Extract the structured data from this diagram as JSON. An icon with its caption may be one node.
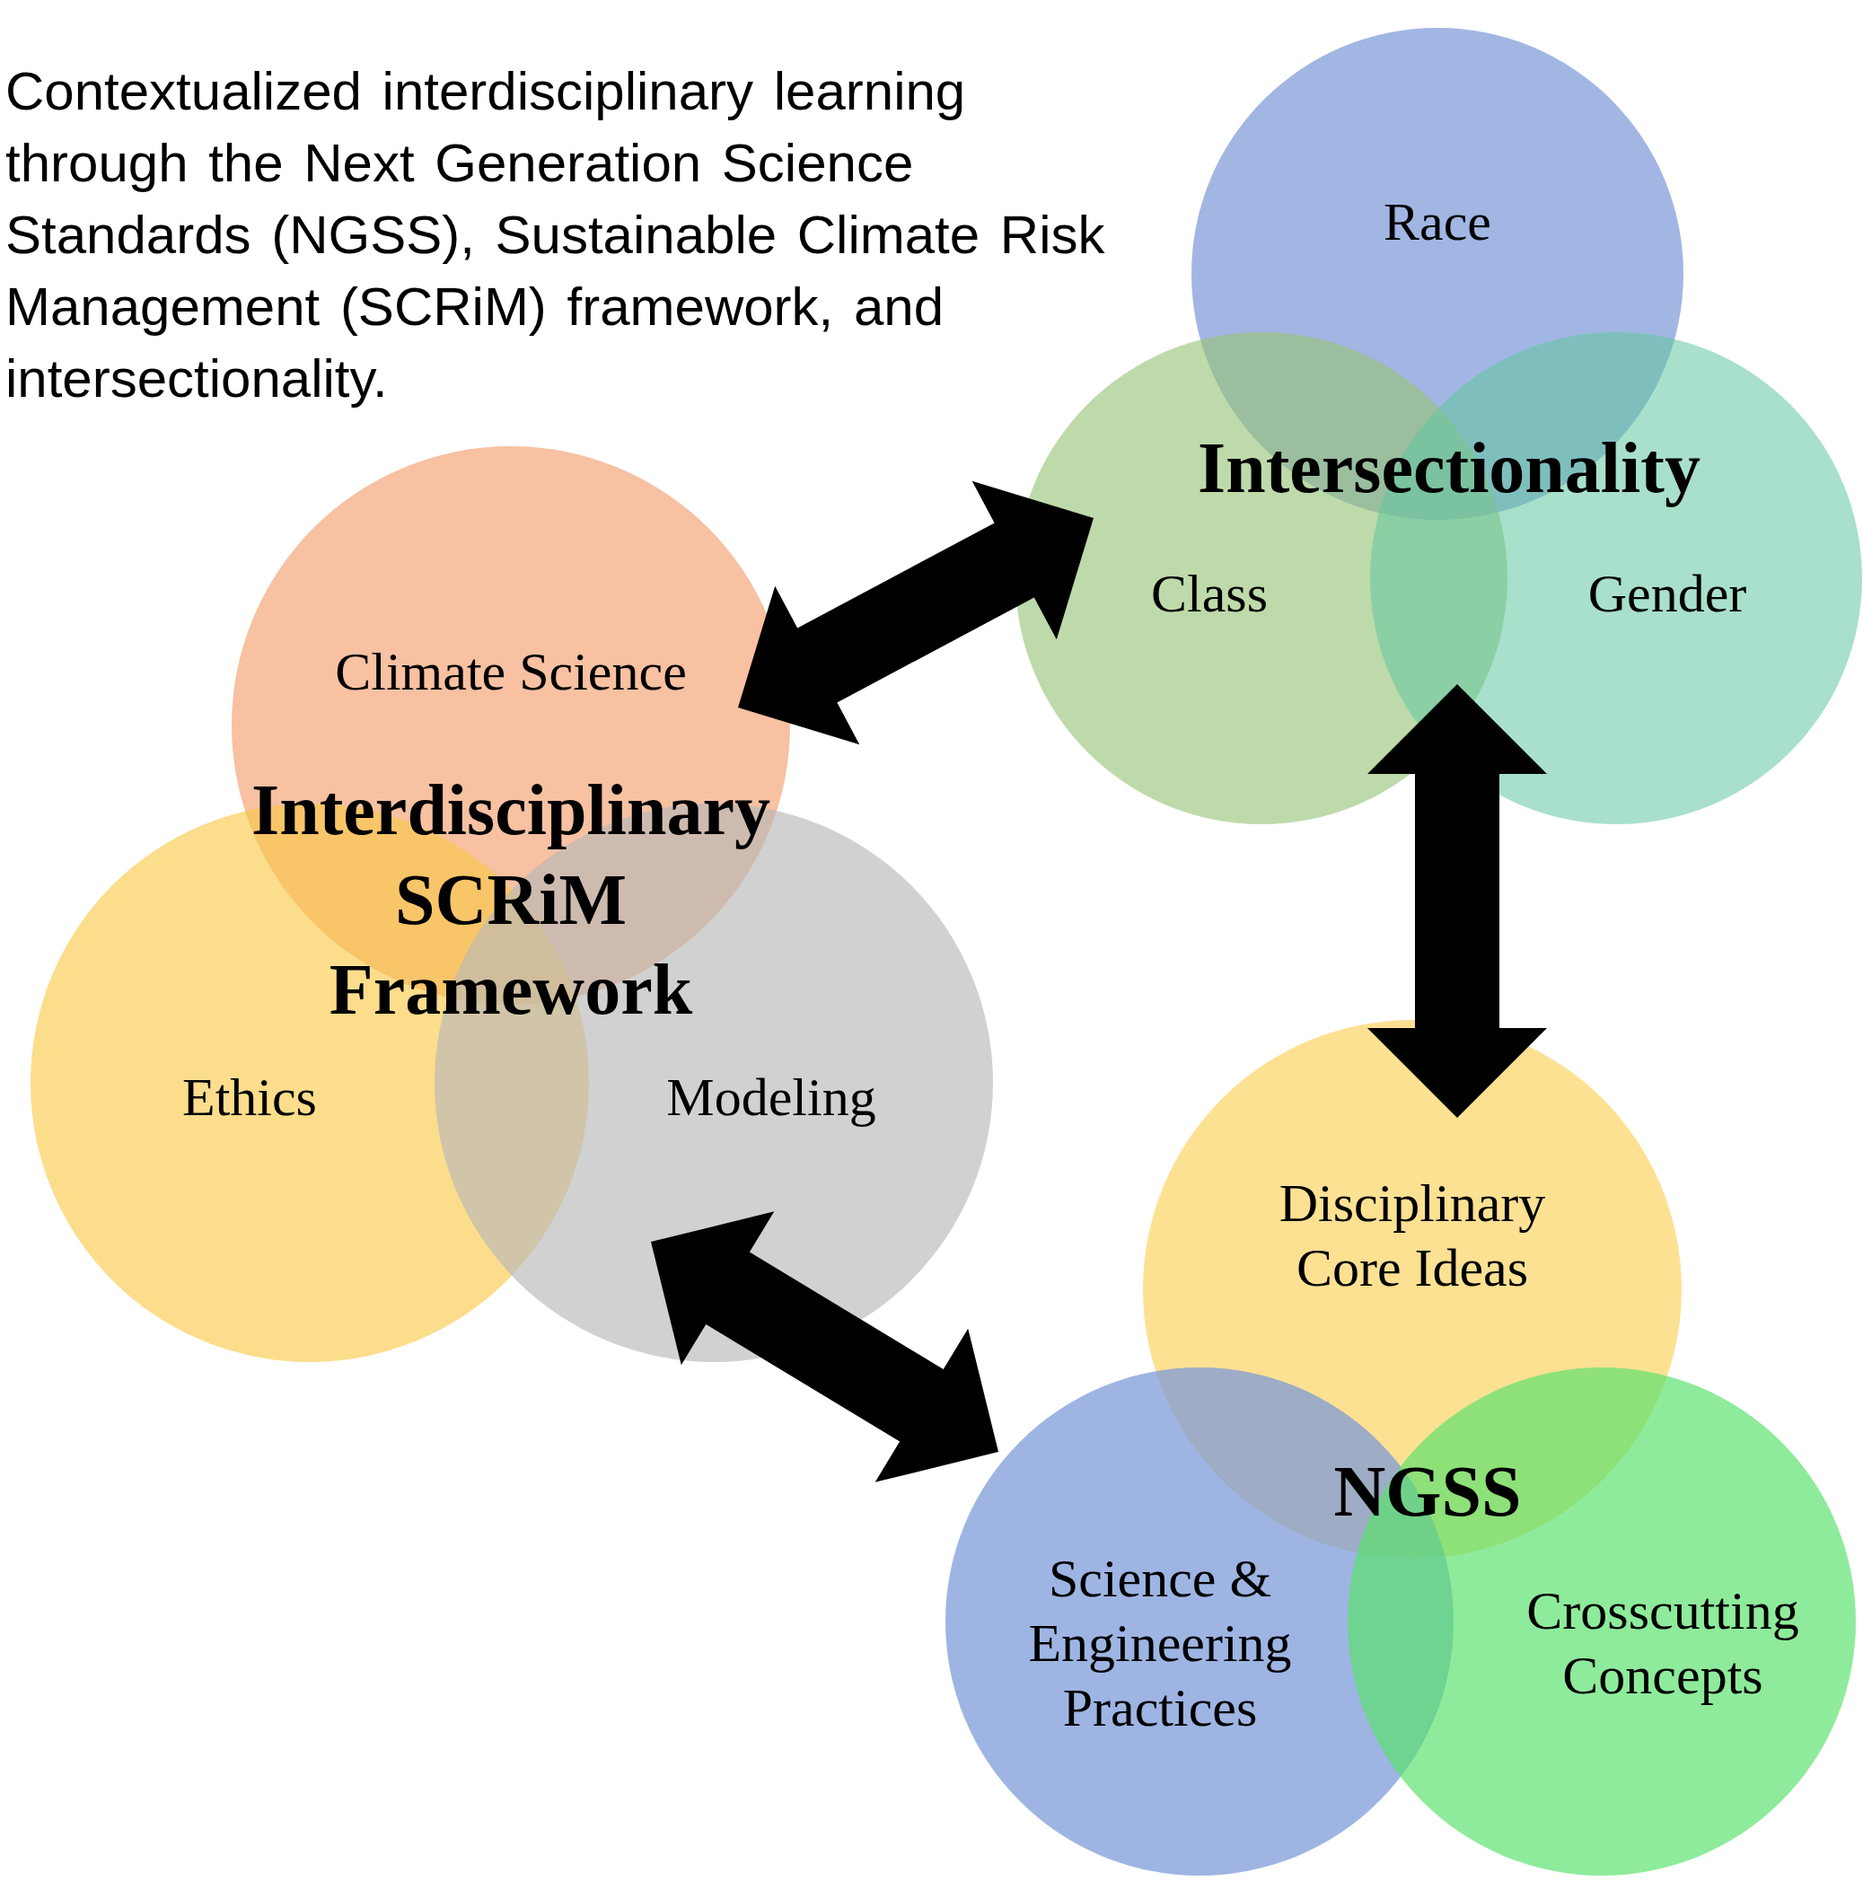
{
  "diagram": {
    "title": "Contextualized interdisciplinary learning through the Next Generation Science Standards (NGSS), Sustainable Climate Risk Management (SCRiM) framework, and intersectionality.",
    "nodes": [
      {
        "text": [
          "Race"
        ]
      },
      {
        "text": [
          "Class"
        ]
      },
      {
        "text": [
          "Gender"
        ]
      },
      {
        "text": [
          "Climate Science"
        ]
      },
      {
        "text": [
          "Ethics"
        ]
      },
      {
        "text": [
          "Modeling"
        ]
      },
      {
        "text": [
          "Disciplinary Core Ideas"
        ]
      },
      {
        "text": [
          "Science & Engineering Practices"
        ]
      },
      {
        "text": [
          "Crosscutting Concepts"
        ]
      }
    ],
    "edges": [
      {
        "from": 3,
        "to": 1,
        "arrow": "both",
        "style": "thick"
      },
      {
        "from": 1,
        "to": 6,
        "arrow": "both",
        "style": "thick"
      },
      {
        "from": 5,
        "to": 7,
        "arrow": "both",
        "style": "thick"
      }
    ],
    "labels": [
      "Intersectionality",
      "Interdisciplinary SCRiM Framework",
      "NGSS"
    ]
  }
}
